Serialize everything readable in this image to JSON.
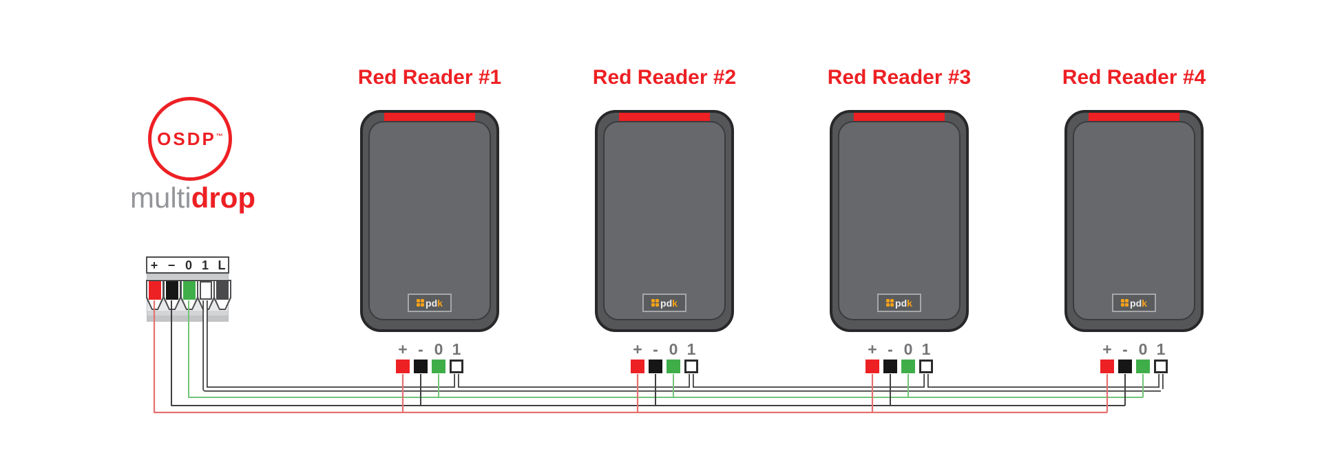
{
  "logo": {
    "osdp": "OSDP",
    "trademark": "™",
    "brand_light": "multi",
    "brand_bold": "drop"
  },
  "terminal_block": {
    "labels": [
      "+",
      "−",
      "0",
      "1",
      "L"
    ],
    "slot_colors": [
      "#ed2024",
      "#161616",
      "#3fae49",
      "#ffffff",
      "#4b4b4d"
    ]
  },
  "readers": [
    {
      "title": "Red Reader #1"
    },
    {
      "title": "Red Reader #2"
    },
    {
      "title": "Red Reader #3"
    },
    {
      "title": "Red Reader #4"
    }
  ],
  "pin_labels": [
    "+",
    "-",
    "0",
    "1"
  ],
  "pin_colors": [
    "#ed2024",
    "#161616",
    "#3fae49",
    "#ffffff"
  ],
  "badge": {
    "prefix": "pd",
    "accent": "k"
  },
  "colors": {
    "accent_red": "#ed2024",
    "logo_gray": "#939598",
    "wire_red": "#e57070",
    "wire_green": "#72c577",
    "wire_black": "#3f3f40",
    "wire_outline": "#3f3f40",
    "wire_white": "#ffffff",
    "reader_body": "#555658",
    "reader_panel": "#67686b",
    "badge_orange": "#f6a218"
  }
}
